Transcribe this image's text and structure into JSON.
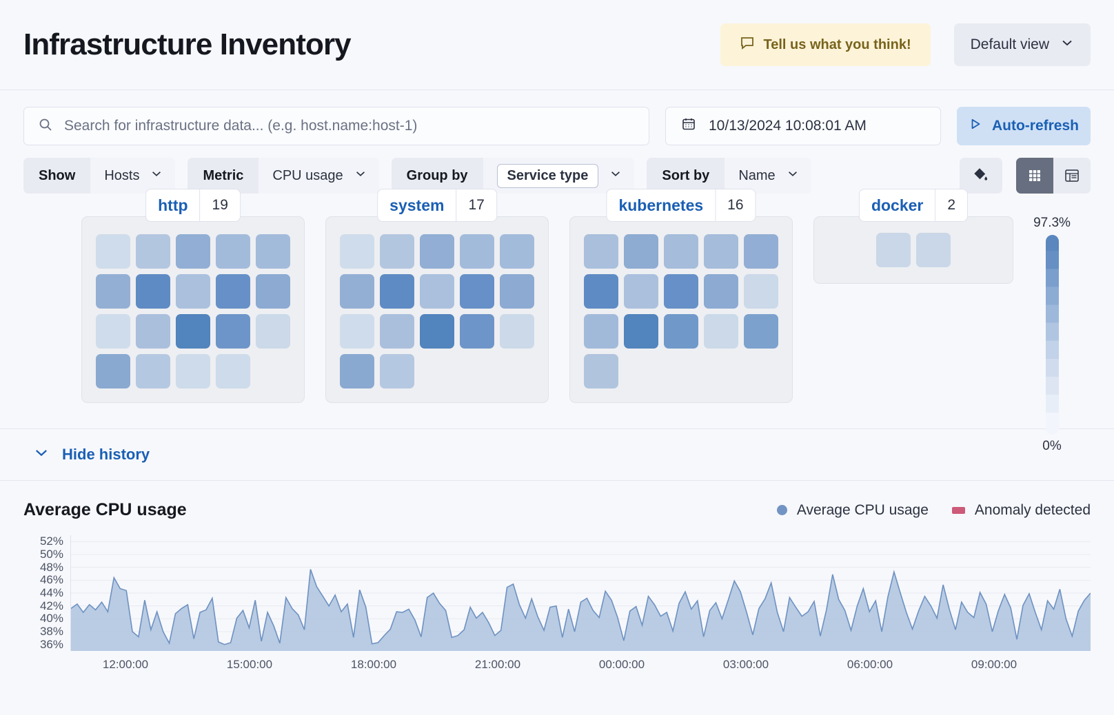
{
  "header": {
    "title": "Infrastructure Inventory",
    "feedback_label": "Tell us what you think!",
    "feedback_icon": "comment-icon",
    "view_label": "Default view",
    "view_icon": "chevron-down-icon"
  },
  "search": {
    "placeholder": "Search for infrastructure data... (e.g. host.name:host-1)",
    "value": "",
    "icon": "search-icon",
    "date_value": "10/13/2024 10:08:01 AM",
    "date_icon": "calendar-icon",
    "refresh_label": "Auto-refresh",
    "refresh_icon": "play-icon"
  },
  "filters": [
    {
      "label": "Show",
      "value": "Hosts",
      "boxed": false
    },
    {
      "label": "Metric",
      "value": "CPU usage",
      "boxed": false
    },
    {
      "label": "Group by",
      "value": "Service type",
      "boxed": true
    },
    {
      "label": "Sort by",
      "value": "Name",
      "boxed": false
    }
  ],
  "view_controls": {
    "palette_icon": "color-fill-icon",
    "grid_icon": "grid-view-icon",
    "table_icon": "table-view-icon",
    "active": "grid"
  },
  "waffle": {
    "legend_max": "97.3%",
    "legend_min": "0%",
    "groups": [
      {
        "name": "http",
        "count": "19",
        "cells": [
          "#cfdceb",
          "#b3c6e0",
          "#92aed4",
          "#a3bbdb",
          "#a3bbdb",
          "#94afd4",
          "#5f8bc4",
          "#aac0dd",
          "#6690c7",
          "#8caad2",
          "#cfdceb",
          "#aabfdc",
          "#5284bd",
          "#6e95c9",
          "#cbd9e9",
          "#8aa9d1",
          "#b5c8e1",
          "#cddbea",
          "#cddbea"
        ]
      },
      {
        "name": "system",
        "count": "17",
        "cells": [
          "#cfdceb",
          "#b3c6e0",
          "#92aed4",
          "#a3bbdb",
          "#a3bbdb",
          "#94afd4",
          "#5f8bc4",
          "#aac0dd",
          "#6690c7",
          "#8caad2",
          "#cfdceb",
          "#aabfdc",
          "#5284bd",
          "#6e95c9",
          "#cbd9e9",
          "#8aa9d1",
          "#b5c8e1"
        ]
      },
      {
        "name": "kubernetes",
        "count": "16",
        "cells": [
          "#a9bfdc",
          "#8eabd2",
          "#a5bcda",
          "#a5bcda",
          "#93aed4",
          "#5f8bc4",
          "#abc0dd",
          "#6690c7",
          "#8caad2",
          "#cbd9e9",
          "#a2bada",
          "#5284bd",
          "#7099ca",
          "#cbd9e9",
          "#7ca1cd",
          "#b0c4de"
        ]
      },
      {
        "name": "docker",
        "count": "2",
        "cells": [
          "#c9d7e8",
          "#c9d7e8"
        ]
      }
    ]
  },
  "history": {
    "toggle_label": "Hide history",
    "toggle_icon": "chevron-down-icon"
  },
  "chart_data": {
    "type": "area",
    "title": "Average CPU usage",
    "xlabel": "",
    "ylabel": "",
    "ylim": [
      35,
      53
    ],
    "grid": true,
    "legend_position": "top-right",
    "legend": [
      {
        "name": "Average CPU usage",
        "color": "#7294c4",
        "marker": "circle"
      },
      {
        "name": "Anomaly detected",
        "color": "#cc5a78",
        "marker": "square"
      }
    ],
    "ytick_labels": [
      "52%",
      "50%",
      "48%",
      "46%",
      "44%",
      "42%",
      "40%",
      "38%",
      "36%"
    ],
    "yticks": [
      52,
      50,
      48,
      46,
      44,
      42,
      40,
      38,
      36
    ],
    "xtick_labels": [
      "12:00:00",
      "15:00:00",
      "18:00:00",
      "21:00:00",
      "00:00:00",
      "03:00:00",
      "06:00:00",
      "09:00:00"
    ],
    "series": [
      {
        "name": "Average CPU usage",
        "color": "#7294c4",
        "fill": "#aec4de",
        "values": [
          41.6,
          42.3,
          41.0,
          42.2,
          41.4,
          42.6,
          41.1,
          46.4,
          44.7,
          44.4,
          38.0,
          37.2,
          42.9,
          38.3,
          41.1,
          38.0,
          36.2,
          40.8,
          41.6,
          42.2,
          36.9,
          41.0,
          41.4,
          43.2,
          36.4,
          36.0,
          36.3,
          40.1,
          41.3,
          38.6,
          42.9,
          36.5,
          41.0,
          38.9,
          36.2,
          43.3,
          41.6,
          40.6,
          38.3,
          47.7,
          45.0,
          43.5,
          42.0,
          43.7,
          41.1,
          42.3,
          37.1,
          44.5,
          41.8,
          36.1,
          36.3,
          37.4,
          38.4,
          41.1,
          41.0,
          41.5,
          39.8,
          37.2,
          43.3,
          44.0,
          42.4,
          41.3,
          37.1,
          37.4,
          38.3,
          41.8,
          40.1,
          41.0,
          39.4,
          37.4,
          38.2,
          44.9,
          45.4,
          42.2,
          40.1,
          43.1,
          40.3,
          38.2,
          41.8,
          42.0,
          37.1,
          41.5,
          38.0,
          42.6,
          43.2,
          41.3,
          40.2,
          44.3,
          42.9,
          40.2,
          36.6,
          41.2,
          41.9,
          39.0,
          43.5,
          42.2,
          40.4,
          41.0,
          38.1,
          42.4,
          44.2,
          41.5,
          42.8,
          37.2,
          41.3,
          42.5,
          40.0,
          42.9,
          45.9,
          44.2,
          41.0,
          37.5,
          41.6,
          43.1,
          45.6,
          41.0,
          38.0,
          43.3,
          41.8,
          40.4,
          41.1,
          42.7,
          37.3,
          41.4,
          46.9,
          43.0,
          41.3,
          38.2,
          42.0,
          44.7,
          41.1,
          42.8,
          38.0,
          43.4,
          47.3,
          44.1,
          41.0,
          38.4,
          41.2,
          43.5,
          42.0,
          40.1,
          45.3,
          41.5,
          38.3,
          42.6,
          41.0,
          40.2,
          44.1,
          42.3,
          38.0,
          41.3,
          43.8,
          41.7,
          36.8,
          42.1,
          43.9,
          41.0,
          38.3,
          42.8,
          41.5,
          44.6,
          40.0,
          37.3,
          41.2,
          42.9,
          44.0
        ]
      }
    ]
  }
}
